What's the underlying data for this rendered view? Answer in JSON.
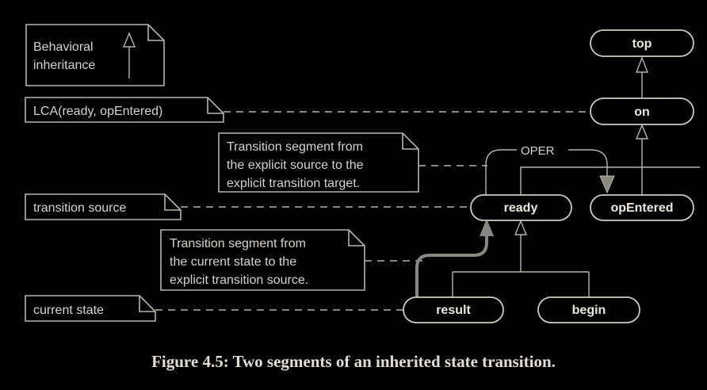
{
  "notes": {
    "behavioral_line1": "Behavioral",
    "behavioral_line2": "inheritance",
    "lca": "LCA(ready, opEntered)",
    "segment1_line1": "Transition segment from",
    "segment1_line2": "the explicit source to the",
    "segment1_line3": "explicit transition target.",
    "transition_source": "transition source",
    "segment2_line1": "Transition segment from",
    "segment2_line2": "the current state to the",
    "segment2_line3": "explicit transition source.",
    "current_state": "current state"
  },
  "states": {
    "top": "top",
    "on": "on",
    "ready": "ready",
    "opEntered": "opEntered",
    "result": "result",
    "begin": "begin"
  },
  "transition_label": "OPER",
  "caption": "Figure 4.5: Two segments of an inherited state transition."
}
